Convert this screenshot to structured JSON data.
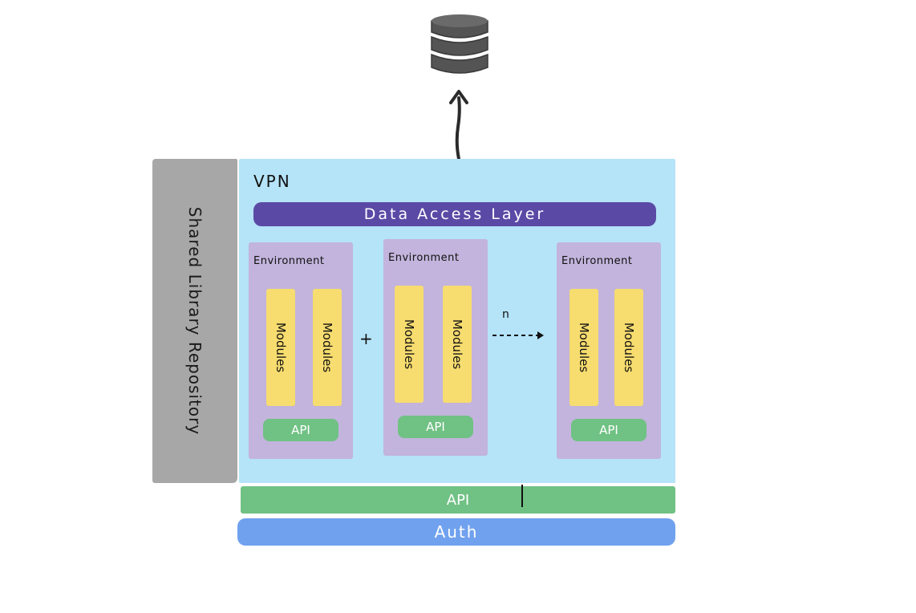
{
  "database": {
    "icon": "database-icon"
  },
  "shared_library": {
    "label": "Shared Library Repository"
  },
  "vpn": {
    "label": "VPN"
  },
  "data_access_layer": {
    "label": "Data Access Layer"
  },
  "environments": [
    {
      "title": "Environment",
      "modules": [
        "Modules",
        "Modules"
      ],
      "api": "API"
    },
    {
      "title": "Environment",
      "modules": [
        "Modules",
        "Modules"
      ],
      "api": "API"
    },
    {
      "title": "Environment",
      "modules": [
        "Modules",
        "Modules"
      ],
      "api": "API"
    }
  ],
  "connectors": {
    "plus": "+",
    "n": "n"
  },
  "api_bar": {
    "label": "API"
  },
  "auth_bar": {
    "label": "Auth"
  },
  "colors": {
    "vpn_bg": "#b5e3f8",
    "shared_lib_bg": "#a7a7a7",
    "data_access_bg": "#5b49a6",
    "environment_bg": "#c2b4dc",
    "module_bg": "#f7dc6f",
    "api_bg": "#70c184",
    "auth_bg": "#70a1ee",
    "database": "#545454"
  }
}
